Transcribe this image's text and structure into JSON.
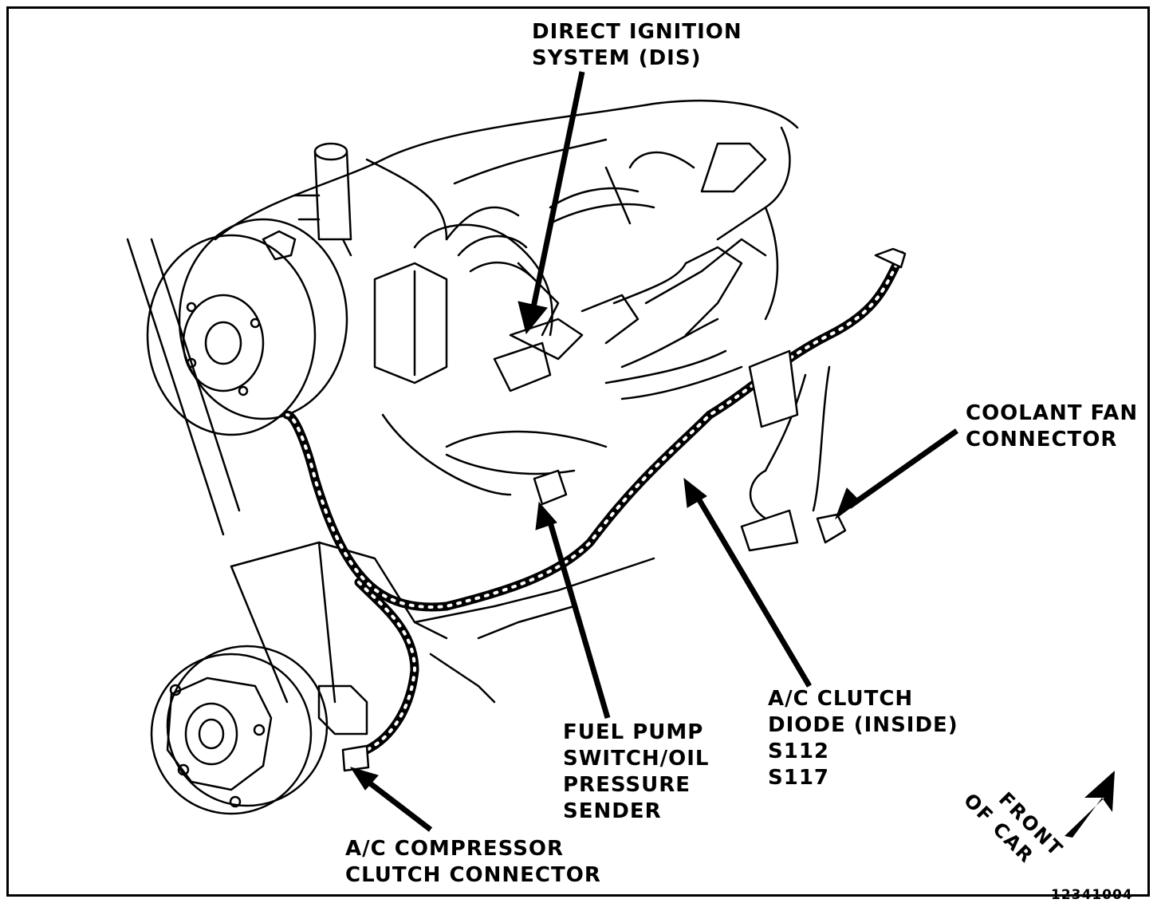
{
  "diagram": {
    "callouts": {
      "dis": [
        "DIRECT IGNITION",
        "SYSTEM (DIS)"
      ],
      "coolant_fan": [
        "COOLANT FAN",
        "CONNECTOR"
      ],
      "fuel_pump": [
        "FUEL PUMP",
        "SWITCH/OIL",
        "PRESSURE",
        "SENDER"
      ],
      "ac_clutch_diode": [
        "A/C CLUTCH",
        "DIODE (INSIDE)",
        "S112",
        "S117"
      ],
      "ac_compressor": [
        "A/C COMPRESSOR",
        "CLUTCH CONNECTOR"
      ]
    },
    "front_of_car": [
      "FRONT",
      "OF CAR"
    ],
    "figure_number": "12341004"
  },
  "colors": {
    "ink": "#000000",
    "paper": "#ffffff"
  }
}
